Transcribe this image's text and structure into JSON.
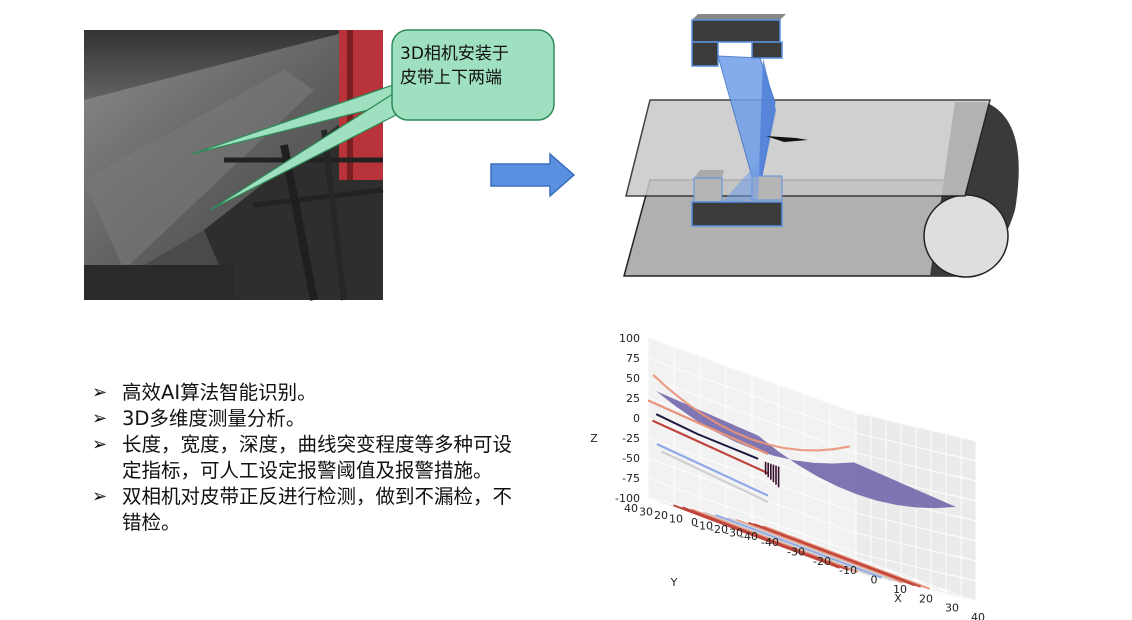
{
  "callout": {
    "line1": "3D相机安装于",
    "line2": "皮带上下两端"
  },
  "features": [
    {
      "text": "高效AI算法智能识别。"
    },
    {
      "text": "3D多维度测量分析。"
    },
    {
      "text": "长度，宽度，深度，曲线突变程度等多种可设定指标，可人工设定报警阈值及报警措施。"
    },
    {
      "text": "双相机对皮带正反进行检测，做到不漏检，不错检。"
    }
  ],
  "bullet_mark": "➢",
  "chart_data": {
    "type": "scatter",
    "title": "",
    "xlabel": "X",
    "ylabel": "Y",
    "zlabel": "Z",
    "x_ticks": [
      -40,
      -30,
      -20,
      -10,
      0,
      10,
      20,
      30,
      40
    ],
    "y_ticks": [
      40,
      30,
      20,
      10,
      0,
      -10,
      -20,
      -30,
      -40
    ],
    "z_ticks": [
      100,
      75,
      50,
      25,
      0,
      -25,
      -50,
      -75,
      -100
    ],
    "xlim": [
      -40,
      40
    ],
    "ylim": [
      -40,
      40
    ],
    "zlim": [
      -100,
      100
    ],
    "grid": true,
    "colors": {
      "surface": "#6b5fa8",
      "red": "#c0463c",
      "salmon": "#e8937a",
      "blue": "#8fa8e8",
      "grey": "#d0d0d0"
    }
  }
}
